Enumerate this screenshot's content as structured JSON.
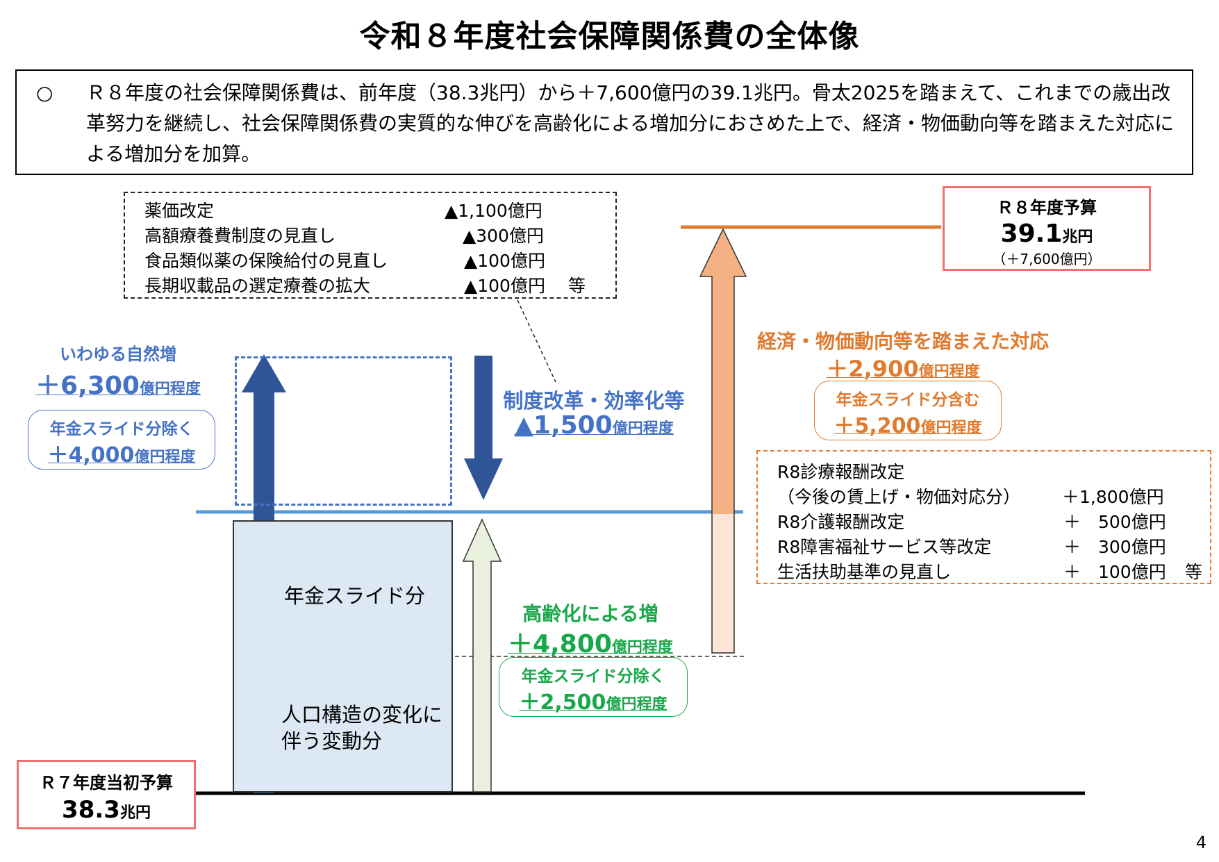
{
  "title": "令和８年度社会保障関係費の全体像",
  "summary": {
    "bullet": "○",
    "text": "Ｒ８年度の社会保障関係費は、前年度（38.3兆円）から＋7,600億円の39.1兆円。骨太2025を踏まえて、これまでの歳出改革努力を継続し、社会保障関係費の実質的な伸びを高齢化による増加分におさめた上で、経済・物価動向等を踏まえた対応による増加分を加算。"
  },
  "reform_items": [
    {
      "label": "薬価改定",
      "amount": "▲1,100億円",
      "suffix": ""
    },
    {
      "label": "高額療養費制度の見直し",
      "amount": "▲300億円",
      "suffix": ""
    },
    {
      "label": "食品類似薬の保険給付の見直し",
      "amount": "▲100億円",
      "suffix": ""
    },
    {
      "label": "長期収載品の選定療養の拡大",
      "amount": "▲100億円",
      "suffix": "等"
    }
  ],
  "natural_increase": {
    "title": "いわゆる自然増",
    "amount": "＋6,300",
    "unit": "億円程度",
    "sub_title": "年金スライド分除く",
    "sub_amount": "＋4,000",
    "sub_unit": "億円程度"
  },
  "reform": {
    "title": "制度改革・効率化等",
    "amount": "▲1,500",
    "unit": "億円程度"
  },
  "aging": {
    "title": "高齢化による増",
    "amount": "＋4,800",
    "unit": "億円程度",
    "sub_title": "年金スライド分除く",
    "sub_amount": "＋2,500",
    "sub_unit": "億円程度"
  },
  "economy": {
    "title": "経済・物価動向等を踏まえた対応",
    "amount": "＋2,900",
    "unit": "億円程度",
    "sub_title": "年金スライド分含む",
    "sub_amount": "＋5,200",
    "sub_unit": "億円程度"
  },
  "revision_items": [
    {
      "label": "R8診療報酬改定",
      "amount": "",
      "suffix": ""
    },
    {
      "label": "（今後の賃上げ・物価対応分）",
      "amount": "＋1,800億円",
      "suffix": ""
    },
    {
      "label": "R8介護報酬改定",
      "amount": "＋　500億円",
      "suffix": ""
    },
    {
      "label": "R8障害福祉サービス等改定",
      "amount": "＋　300億円",
      "suffix": ""
    },
    {
      "label": "生活扶助基準の見直し",
      "amount": "＋　100億円",
      "suffix": "等"
    }
  ],
  "pension_box": {
    "top_label": "年金スライド分",
    "bottom_label_1": "人口構造の変化に",
    "bottom_label_2": "伴う変動分"
  },
  "r7_budget": {
    "label": "Ｒ７年度当初予算",
    "value": "38.3",
    "unit": "兆円"
  },
  "r8_budget": {
    "label": "Ｒ８年度予算",
    "value": "39.1",
    "unit": "兆円",
    "delta": "（＋7,600億円）"
  },
  "page_number": "4",
  "colors": {
    "blue_dark": "#2f5597",
    "blue_text": "#4472c4",
    "blue_line": "#5b9bd5",
    "orange": "#e07a2e",
    "orange_fill": "#f4b183",
    "green": "#18a84a",
    "red_border": "#f07070"
  }
}
